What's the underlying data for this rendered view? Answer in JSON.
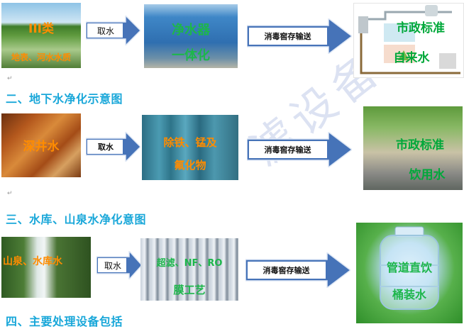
{
  "sections": {
    "s1": {
      "source_line1": "III类",
      "source_line2": "地表、河水水质",
      "step1": "取水",
      "device_line1": "净水器",
      "device_line2": "一体化",
      "step2": "消毒窖存输送",
      "result_line1": "市政标准",
      "result_line2": "自来水"
    },
    "s2": {
      "heading": "二、地下水净化示意图",
      "source": "深井水",
      "step1": "取水",
      "device_line1": "除铁、锰及",
      "device_line2": "氟化物",
      "step2": "消毒窖存输送",
      "result_line1": "市政标准",
      "result_line2": "饮用水"
    },
    "s3": {
      "heading": "三、水库、山泉水净化意图",
      "source": "山泉、水库水",
      "step1": "取水",
      "device_line1": "超滤、NF、RO",
      "device_line2": "膜工艺",
      "step2": "消毒窖存输送",
      "result_line1": "管道直饮",
      "result_line2": "桶装水"
    },
    "s4": {
      "heading": "四、主要处理设备包括"
    }
  },
  "watermark": "滤设备有",
  "colors": {
    "heading": "#19a7d9",
    "arrow_fill": "#4673b8",
    "label_orange": "#ff8c00",
    "label_green": "#1db64b"
  }
}
